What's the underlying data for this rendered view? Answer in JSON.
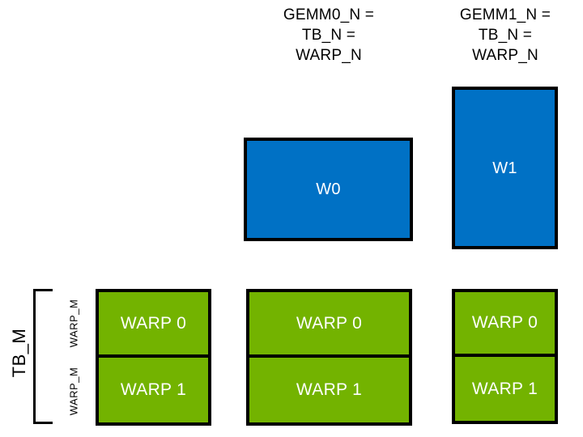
{
  "diagram": {
    "title_labels": [
      {
        "id": "gemm0",
        "text": "GEMM0_N =\nTB_N =\nWARP_N"
      },
      {
        "id": "gemm1",
        "text": "GEMM1_N =\nTB_N =\nWARP_N"
      }
    ],
    "operand_tiles": [
      {
        "id": "w0",
        "label": "W0",
        "color": "#0071c5"
      },
      {
        "id": "w1",
        "label": "W1",
        "color": "#0071c5"
      }
    ],
    "warp_stacks": [
      {
        "id": "stack-0",
        "cells": [
          {
            "label": "WARP 0"
          },
          {
            "label": "WARP 1"
          }
        ]
      },
      {
        "id": "stack-1",
        "cells": [
          {
            "label": "WARP 0"
          },
          {
            "label": "WARP 1"
          }
        ]
      },
      {
        "id": "stack-2",
        "cells": [
          {
            "label": "WARP 0"
          },
          {
            "label": "WARP 1"
          }
        ]
      }
    ],
    "dimension_labels": {
      "tb_m": "TB_M",
      "warp_m_top": "WARP_M",
      "warp_m_bottom": "WARP_M"
    },
    "colors": {
      "blue_tile": "#0071c5",
      "green_tile": "#73b300",
      "outline": "#000000",
      "tile_text": "#ffffff",
      "label_text": "#000000",
      "background": "#ffffff"
    }
  }
}
